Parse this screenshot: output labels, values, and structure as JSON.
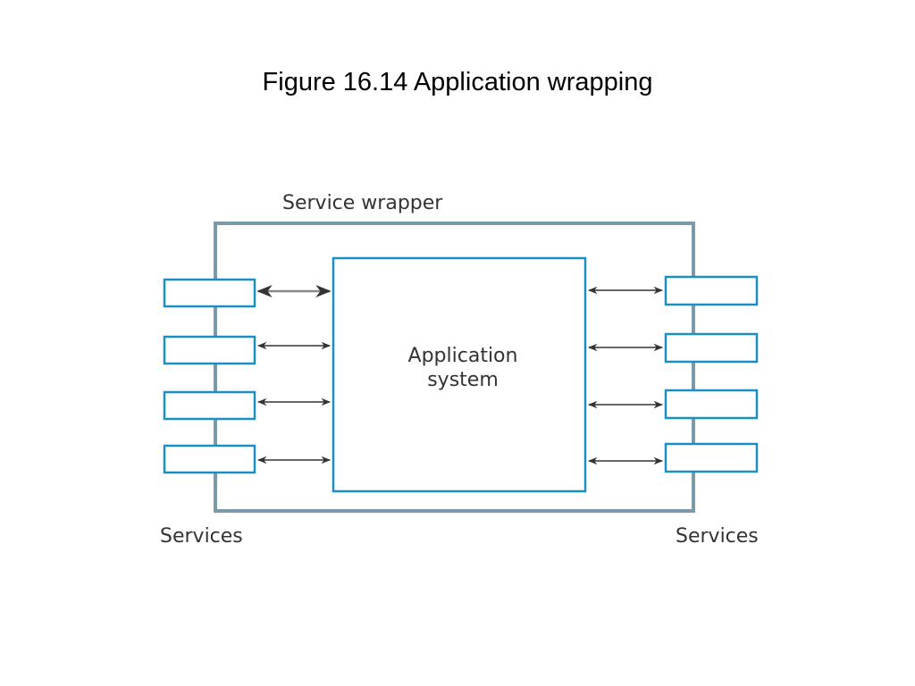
{
  "slide": {
    "title": "Figure 16.14 Application wrapping"
  },
  "diagram": {
    "wrapper_label": "Service wrapper",
    "core_label_line1": "Application",
    "core_label_line2": "system",
    "left_services_label": "Services",
    "right_services_label": "Services",
    "left_service_count": 4,
    "right_service_count": 4,
    "colors": {
      "wrapper_stroke": "#7a9aaa",
      "box_stroke": "#1b8fc4",
      "arrow": "#333333",
      "text": "#333333"
    }
  }
}
